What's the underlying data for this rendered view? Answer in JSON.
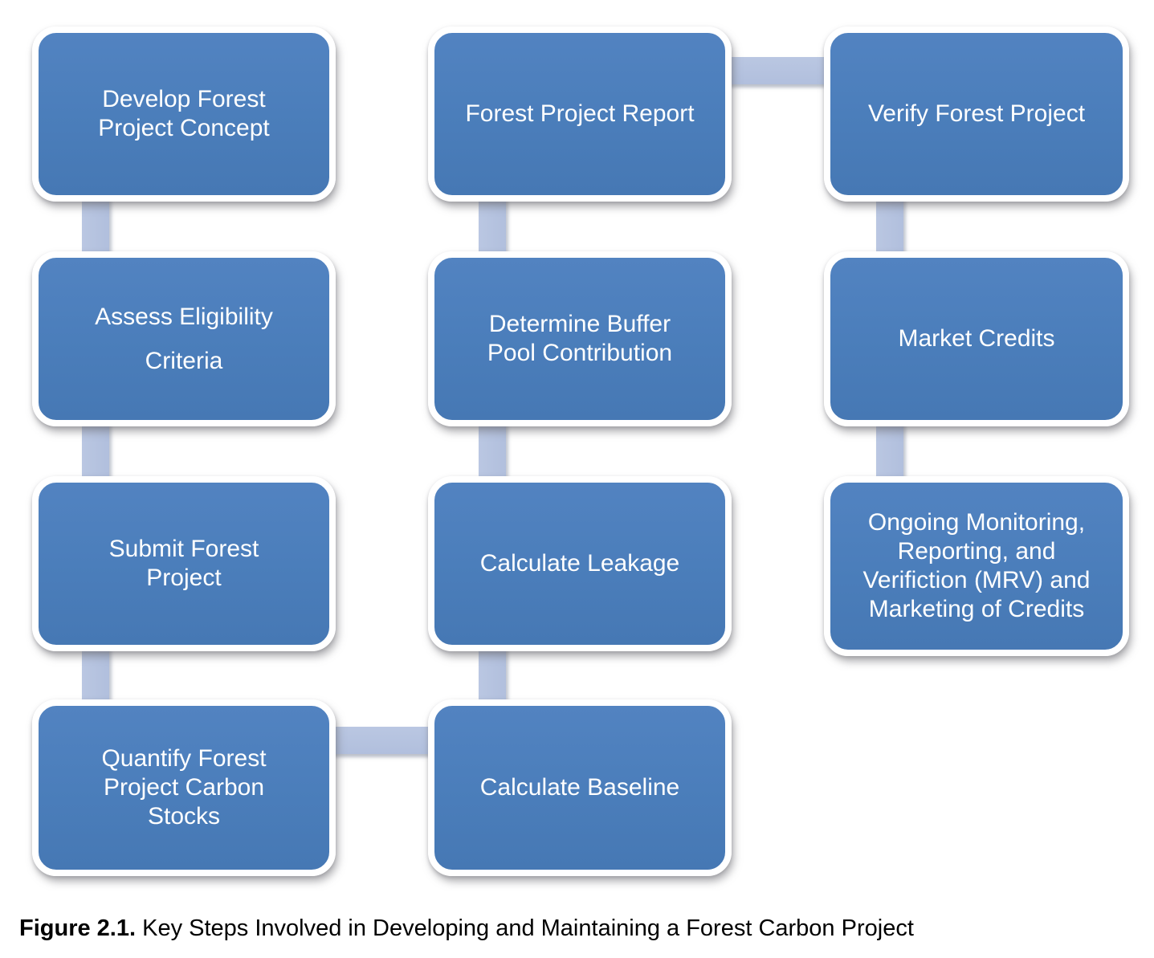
{
  "figure": {
    "caption_label": "Figure 2.1.",
    "caption_text": "Key Steps Involved in Developing and Maintaining a Forest Carbon Project"
  },
  "diagram": {
    "type": "flowchart",
    "description": "Key steps of a forest carbon project shown as three columns of boxes; flow goes down column 1, right to column 2 bottom, up column 2, right to column 3 top, down column 3.",
    "steps": [
      {
        "id": "develop-forest-project-concept",
        "label": "Develop Forest\nProject Concept",
        "column": 1,
        "row": 1
      },
      {
        "id": "assess-eligibility-criteria",
        "label": "Assess Eligibility\nCriteria",
        "column": 1,
        "row": 2
      },
      {
        "id": "submit-forest-project",
        "label": "Submit Forest\nProject",
        "column": 1,
        "row": 3
      },
      {
        "id": "quantify-forest-project-carbon-stocks",
        "label": "Quantify Forest\nProject Carbon\nStocks",
        "column": 1,
        "row": 4
      },
      {
        "id": "calculate-baseline",
        "label": "Calculate Baseline",
        "column": 2,
        "row": 4
      },
      {
        "id": "calculate-leakage",
        "label": "Calculate Leakage",
        "column": 2,
        "row": 3
      },
      {
        "id": "determine-buffer-pool-contribution",
        "label": "Determine Buffer\nPool Contribution",
        "column": 2,
        "row": 2
      },
      {
        "id": "forest-project-report",
        "label": "Forest Project Report",
        "column": 2,
        "row": 1
      },
      {
        "id": "verify-forest-project",
        "label": "Verify Forest Project",
        "column": 3,
        "row": 1
      },
      {
        "id": "market-credits",
        "label": "Market Credits",
        "column": 3,
        "row": 2
      },
      {
        "id": "ongoing-mrv-and-marketing-of-credits",
        "label": "Ongoing Monitoring,\nReporting, and\nVerifiction (MRV) and\nMarketing of Credits",
        "column": 3,
        "row": 3
      }
    ],
    "connections": [
      [
        "develop-forest-project-concept",
        "assess-eligibility-criteria"
      ],
      [
        "assess-eligibility-criteria",
        "submit-forest-project"
      ],
      [
        "submit-forest-project",
        "quantify-forest-project-carbon-stocks"
      ],
      [
        "quantify-forest-project-carbon-stocks",
        "calculate-baseline"
      ],
      [
        "calculate-baseline",
        "calculate-leakage"
      ],
      [
        "calculate-leakage",
        "determine-buffer-pool-contribution"
      ],
      [
        "determine-buffer-pool-contribution",
        "forest-project-report"
      ],
      [
        "forest-project-report",
        "verify-forest-project"
      ],
      [
        "verify-forest-project",
        "market-credits"
      ],
      [
        "market-credits",
        "ongoing-mrv-and-marketing-of-credits"
      ]
    ]
  },
  "colors": {
    "background": "#ffffff",
    "box_fill": "#4b7ebb",
    "box_border": "#ffffff",
    "box_text": "#ffffff",
    "connector": "#b4c2df",
    "caption_text": "#000000"
  }
}
